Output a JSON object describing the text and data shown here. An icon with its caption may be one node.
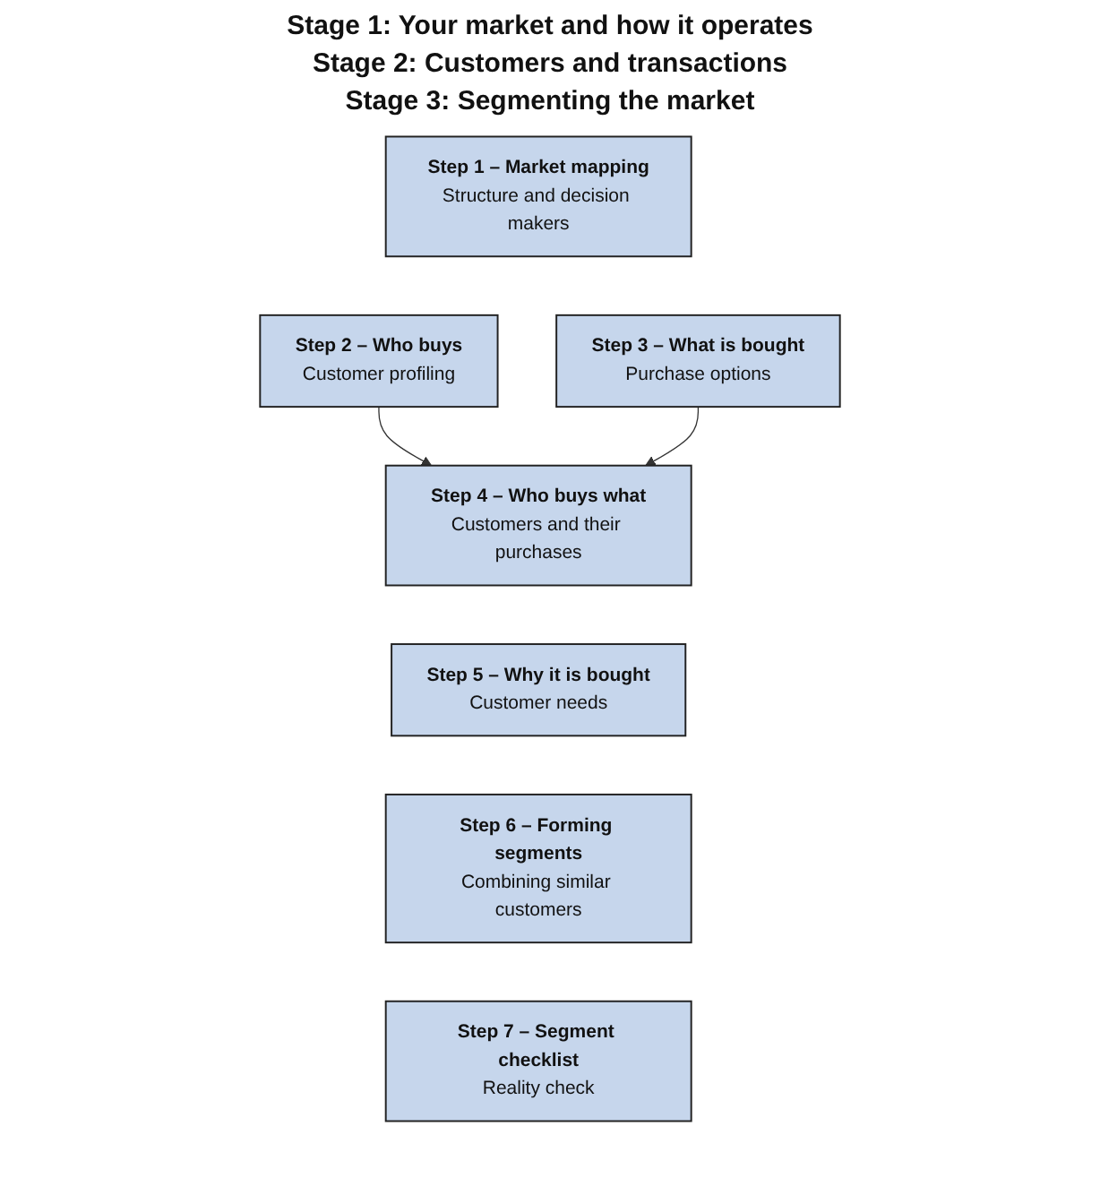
{
  "diagram": {
    "nodes": [
      {
        "text": [
          "Step 1 – Market mapping",
          "Structure and decision makers"
        ]
      },
      {
        "text": [
          "Step 2 – Who buys",
          "Customer profiling"
        ]
      },
      {
        "text": [
          "Step 3 – What is bought",
          "Purchase options"
        ]
      },
      {
        "text": [
          "Step 4 – Who buys what",
          "Customers and their purchases"
        ]
      },
      {
        "text": [
          "Step 5 – Why it is bought",
          "Customer needs"
        ]
      },
      {
        "text": [
          "Step 6 – Forming segments",
          "Combining similar customers"
        ]
      },
      {
        "text": [
          "Step 7 – Segment checklist",
          "Reality check"
        ]
      }
    ],
    "edges": [
      {
        "from": 1,
        "to": 3,
        "arrow": "to"
      },
      {
        "from": 2,
        "to": 3,
        "arrow": "to"
      }
    ],
    "labels": [
      "Stage 1: Your market and how it operates",
      "Stage 2: Customers and transactions",
      "Stage 3: Segmenting the market"
    ]
  }
}
